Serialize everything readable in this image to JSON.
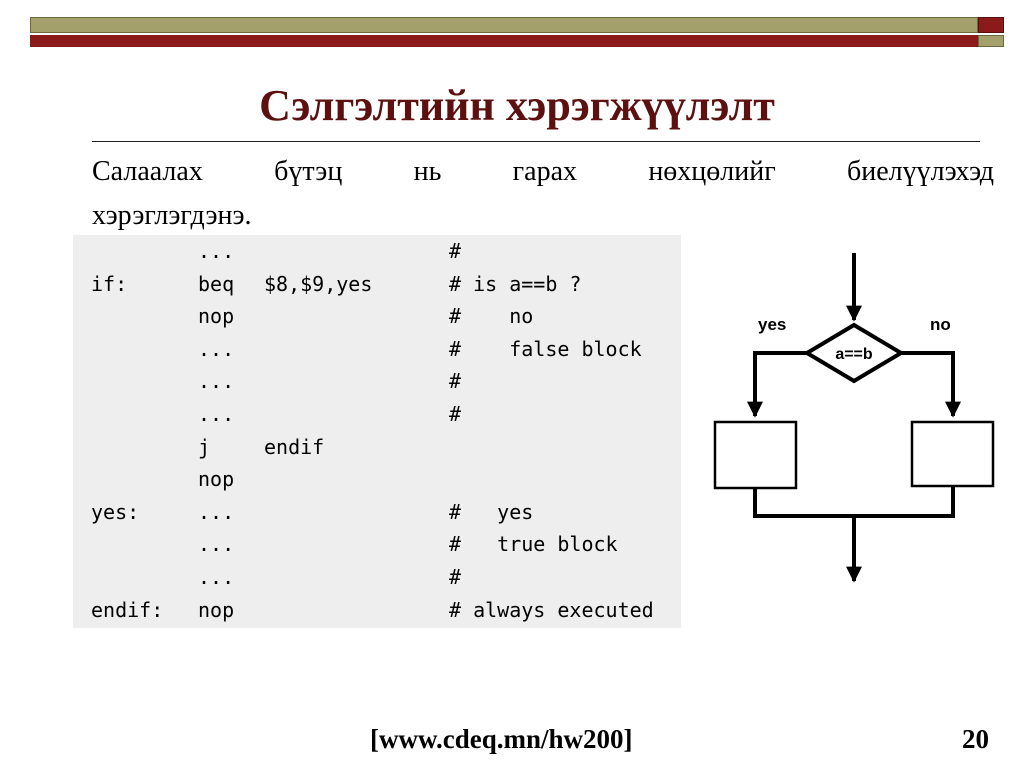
{
  "slide": {
    "title": "Сэлгэлтийн хэрэгжүүлэлт",
    "body_line1_words": [
      "Салаалах",
      "бүтэц",
      "нь",
      "гарах",
      "нөхцөлийг",
      "биелүүлэхэд"
    ],
    "body_line2": "хэрэглэгдэнэ.",
    "footer_link": "[www.cdeq.mn/hw200]",
    "page_number": "20"
  },
  "code": [
    {
      "label": "",
      "op": "...",
      "arg": "",
      "comment": "#"
    },
    {
      "label": "if:",
      "op": "beq",
      "arg": "$8,$9,yes",
      "comment": "# is a==b ?"
    },
    {
      "label": "",
      "op": "nop",
      "arg": "",
      "comment": "#    no"
    },
    {
      "label": "",
      "op": "...",
      "arg": "",
      "comment": "#    false block"
    },
    {
      "label": "",
      "op": "...",
      "arg": "",
      "comment": "#"
    },
    {
      "label": "",
      "op": "...",
      "arg": "",
      "comment": "#"
    },
    {
      "label": "",
      "op": "j",
      "arg": "endif",
      "comment": ""
    },
    {
      "label": "",
      "op": "nop",
      "arg": "",
      "comment": ""
    },
    {
      "label": "yes:",
      "op": "...",
      "arg": "",
      "comment": "#   yes"
    },
    {
      "label": "",
      "op": "...",
      "arg": "",
      "comment": "#   true block"
    },
    {
      "label": "",
      "op": "...",
      "arg": "",
      "comment": "#"
    },
    {
      "label": "endif:",
      "op": "nop",
      "arg": "",
      "comment": "# always executed"
    }
  ],
  "flowchart": {
    "decision": "a==b",
    "yes_label": "yes",
    "no_label": "no"
  }
}
